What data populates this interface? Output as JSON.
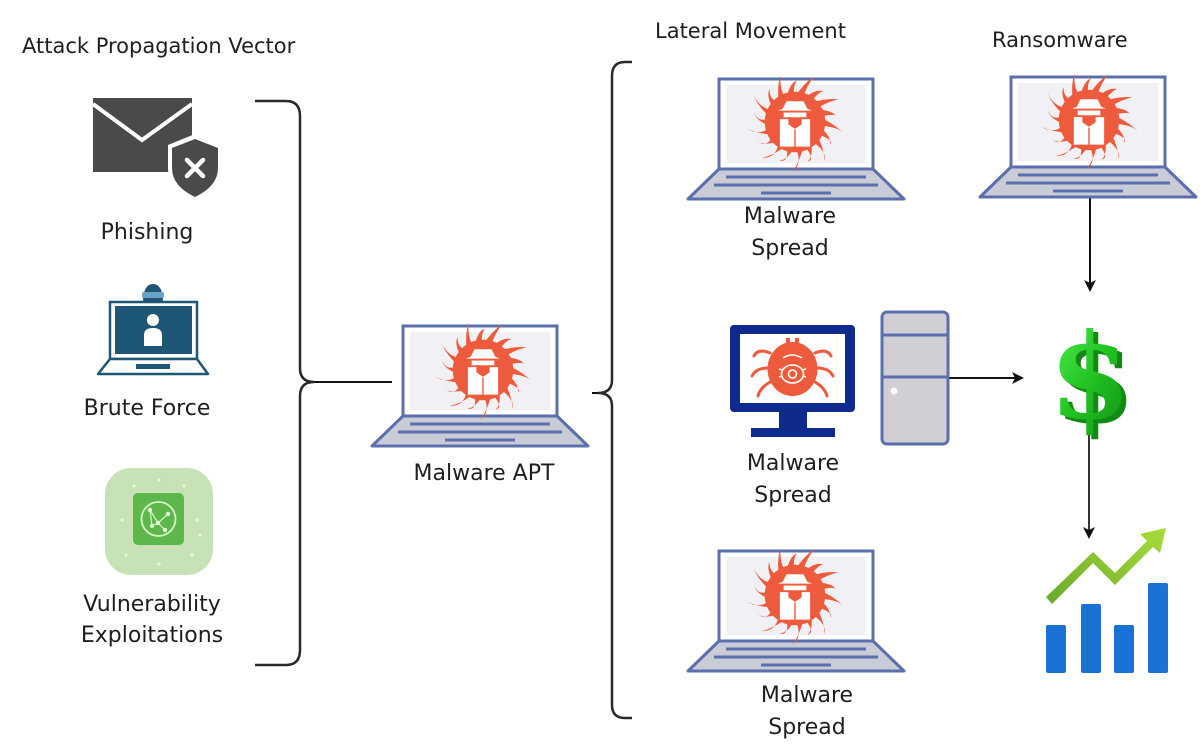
{
  "headers": {
    "attack_vector": "Attack Propagation Vector",
    "lateral_movement": "Lateral Movement",
    "ransomware": "Ransomware"
  },
  "vectors": [
    {
      "label": "Phishing",
      "icon": "envelope-shield-x-icon"
    },
    {
      "label": "Brute Force",
      "icon": "hacker-laptop-icon"
    },
    {
      "label_line1": "Vulnerability",
      "label_line2": "Exploitations",
      "icon": "network-vulnerability-icon"
    }
  ],
  "central": {
    "label": "Malware APT",
    "icon": "malware-laptop-icon"
  },
  "lateral": [
    {
      "label_line1": "Malware",
      "label_line2": "Spread",
      "icon": "malware-laptop-icon"
    },
    {
      "label_line1": "Malware",
      "label_line2": "Spread",
      "icon": "bug-monitor-server-icon"
    },
    {
      "label_line1": "Malware",
      "label_line2": "Spread",
      "icon": "malware-laptop-icon"
    }
  ],
  "ransom": {
    "icons": [
      "malware-laptop-icon",
      "dollar-icon",
      "growth-chart-icon"
    ]
  },
  "colors": {
    "malware_red": "#ee5a3c",
    "laptop_outline": "#5b6fae",
    "laptop_base": "#c9ccd6",
    "monitor_blue": "#0e2a8c",
    "brute_force_teal": "#1d5775",
    "envelope_gray": "#4a4a4a",
    "vuln_light_green": "#c7e2b6",
    "vuln_green": "#5cb84a",
    "dollar_green": "#2ed12e",
    "chart_blue": "#1a73d4",
    "arrow_green": "#7cc232",
    "line_black": "#222222"
  }
}
